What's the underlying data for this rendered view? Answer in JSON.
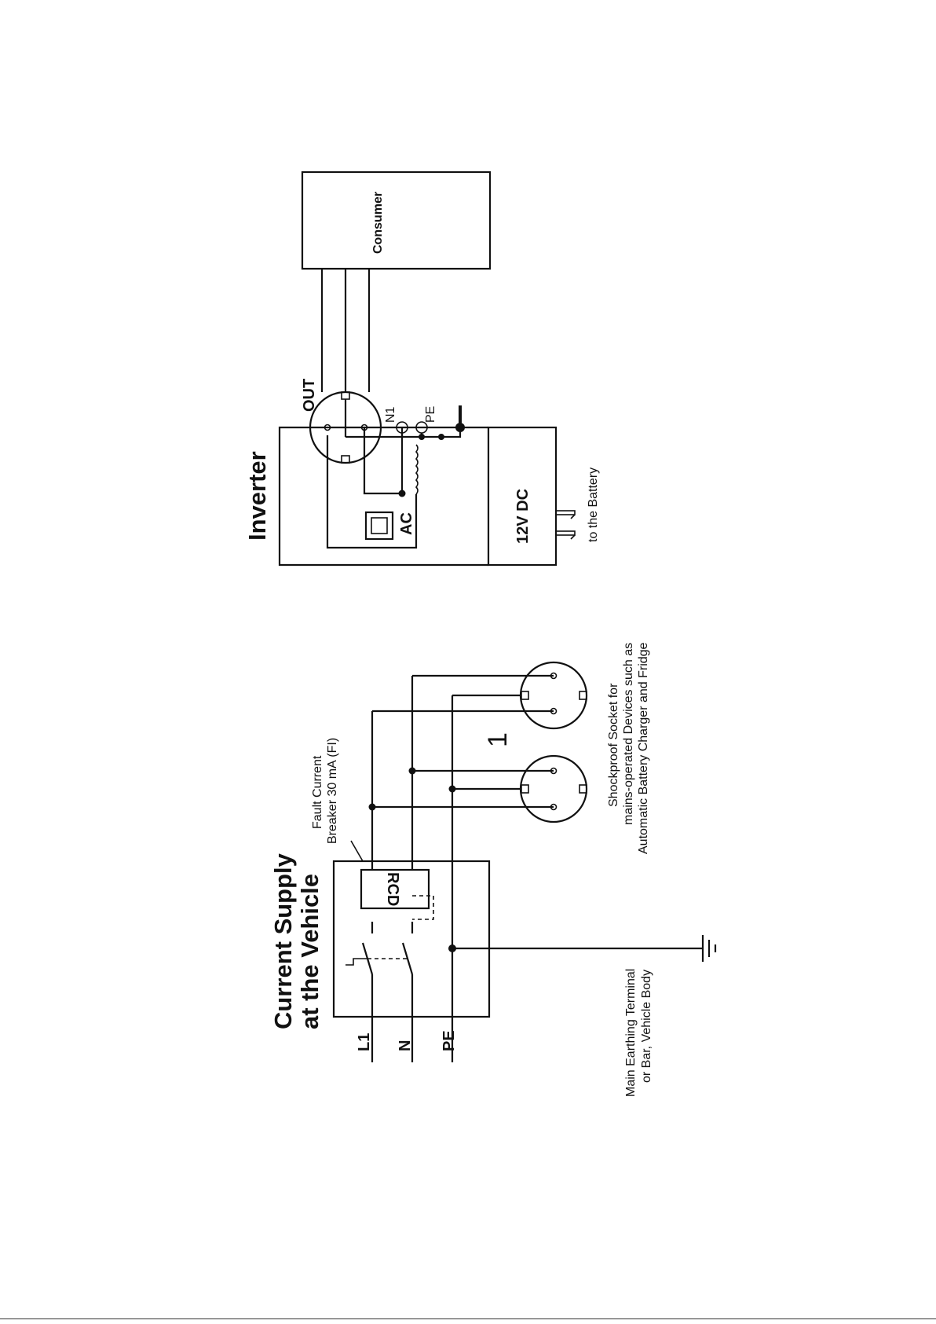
{
  "supply": {
    "title_line1": "Current Supply",
    "title_line2": "at the Vehicle",
    "conductors": [
      "L1",
      "N",
      "PE"
    ],
    "rcd_label": "RCD",
    "fault_breaker_line1": "Fault Current",
    "fault_breaker_line2": "Breaker 30 mA (FI)",
    "earthing_line1": "Main Earthing Terminal",
    "earthing_line2": "or Bar, Vehicle Body",
    "socket_number": "1",
    "socket_line1": "Shockproof Socket  for",
    "socket_line2": "mains-operated Devices  such as",
    "socket_line3": "Automatic Battery Charger and Fridge"
  },
  "inverter": {
    "title": "Inverter",
    "ac_label": "AC",
    "dc_label": "12V DC",
    "out_label": "OUT",
    "n1_label": "N1",
    "pe_label": "PE",
    "battery_label": "to the Battery",
    "consumer_label": "Consumer"
  }
}
